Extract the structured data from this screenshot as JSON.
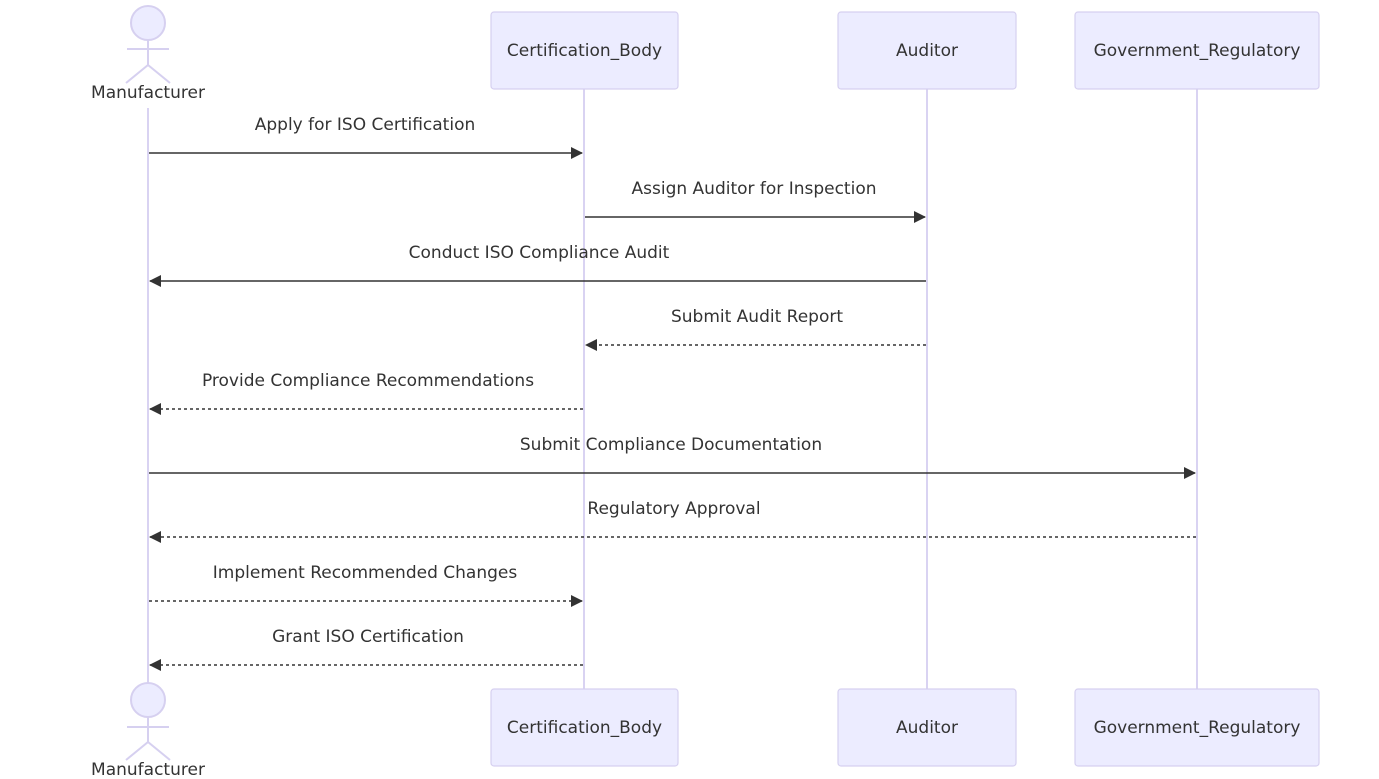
{
  "participants": [
    {
      "id": "manufacturer",
      "label": "Manufacturer",
      "kind": "actor"
    },
    {
      "id": "certification_body",
      "label": "Certification_Body",
      "kind": "box"
    },
    {
      "id": "auditor",
      "label": "Auditor",
      "kind": "box"
    },
    {
      "id": "government_regulatory",
      "label": "Government_Regulatory",
      "kind": "box"
    }
  ],
  "messages": [
    {
      "from": "manufacturer",
      "to": "certification_body",
      "label": "Apply for ISO Certification",
      "style": "solid"
    },
    {
      "from": "certification_body",
      "to": "auditor",
      "label": "Assign Auditor for Inspection",
      "style": "solid"
    },
    {
      "from": "auditor",
      "to": "manufacturer",
      "label": "Conduct ISO Compliance Audit",
      "style": "solid"
    },
    {
      "from": "auditor",
      "to": "certification_body",
      "label": "Submit Audit Report",
      "style": "dashed"
    },
    {
      "from": "certification_body",
      "to": "manufacturer",
      "label": "Provide Compliance Recommendations",
      "style": "dashed"
    },
    {
      "from": "manufacturer",
      "to": "government_regulatory",
      "label": "Submit Compliance Documentation",
      "style": "solid"
    },
    {
      "from": "government_regulatory",
      "to": "manufacturer",
      "label": "Regulatory Approval",
      "style": "dashed"
    },
    {
      "from": "manufacturer",
      "to": "certification_body",
      "label": "Implement Recommended Changes",
      "style": "dashed"
    },
    {
      "from": "certification_body",
      "to": "manufacturer",
      "label": "Grant ISO Certification",
      "style": "dashed"
    }
  ],
  "colors": {
    "box_fill": "#ececff",
    "box_stroke": "#d6d0f0",
    "lifeline": "#d9d3f2",
    "arrow": "#333333",
    "text": "#333333"
  }
}
